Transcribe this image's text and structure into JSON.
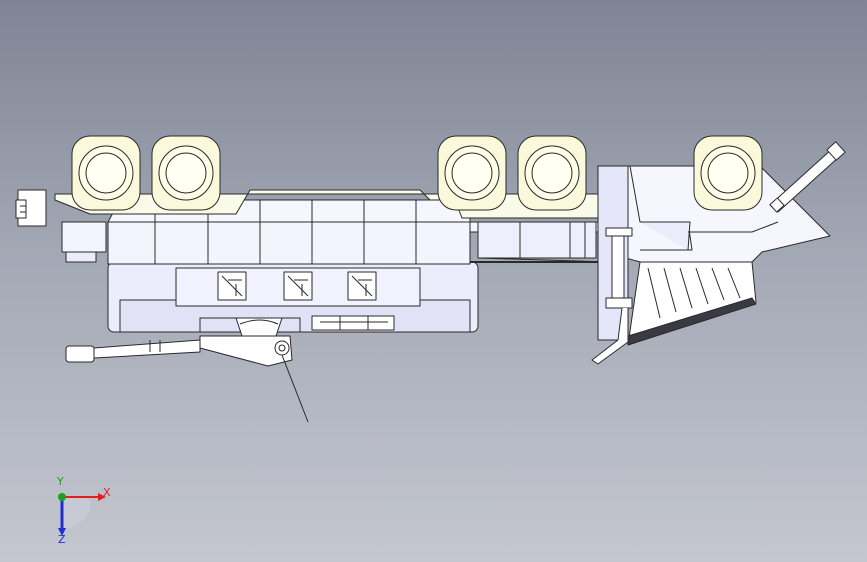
{
  "viewport": {
    "triad": {
      "x_label": "X",
      "y_label": "Y",
      "z_label": "Z",
      "x_color": "#e02020",
      "y_color": "#1fa01f",
      "z_color": "#2030d0"
    },
    "colors": {
      "body_fill": "#f4f4ff",
      "body_shade": "#dcdcf4",
      "tire_fill": "#fbf9dc",
      "rail_fill": "#fafae8",
      "dark_fill": "#3a3a44",
      "outline": "#2a2a2a"
    }
  }
}
